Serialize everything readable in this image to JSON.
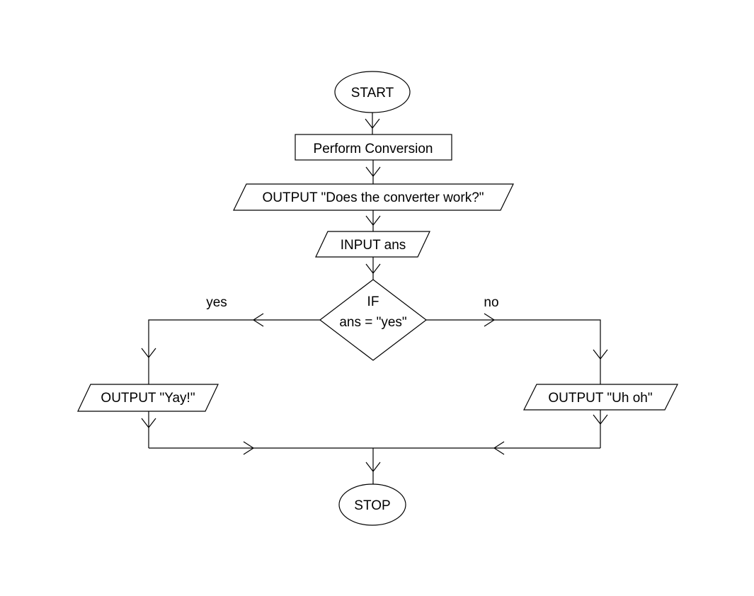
{
  "diagram": {
    "type": "flowchart",
    "background_color": "#ffffff",
    "line_color": "#000000",
    "nodes": {
      "start": {
        "type": "terminator",
        "label": "START"
      },
      "perform_conversion": {
        "type": "process",
        "label": "Perform Conversion"
      },
      "output_question": {
        "type": "input-output",
        "label": "OUTPUT \"Does the converter work?\""
      },
      "input_ans": {
        "type": "input-output",
        "label": "INPUT ans"
      },
      "decision": {
        "type": "decision",
        "label_line1": "IF",
        "label_line2": "ans = \"yes\""
      },
      "output_yay": {
        "type": "input-output",
        "label": "OUTPUT \"Yay!\""
      },
      "output_uh_oh": {
        "type": "input-output",
        "label": "OUTPUT \"Uh oh\""
      },
      "stop": {
        "type": "terminator",
        "label": "STOP"
      }
    },
    "branch_labels": {
      "yes": "yes",
      "no": "no"
    },
    "edges": [
      {
        "from": "start",
        "to": "perform_conversion",
        "label": ""
      },
      {
        "from": "perform_conversion",
        "to": "output_question",
        "label": ""
      },
      {
        "from": "output_question",
        "to": "input_ans",
        "label": ""
      },
      {
        "from": "input_ans",
        "to": "decision",
        "label": ""
      },
      {
        "from": "decision",
        "to": "output_yay",
        "label": "yes"
      },
      {
        "from": "decision",
        "to": "output_uh_oh",
        "label": "no"
      },
      {
        "from": "output_yay",
        "to": "stop",
        "label": ""
      },
      {
        "from": "output_uh_oh",
        "to": "stop",
        "label": ""
      }
    ]
  }
}
